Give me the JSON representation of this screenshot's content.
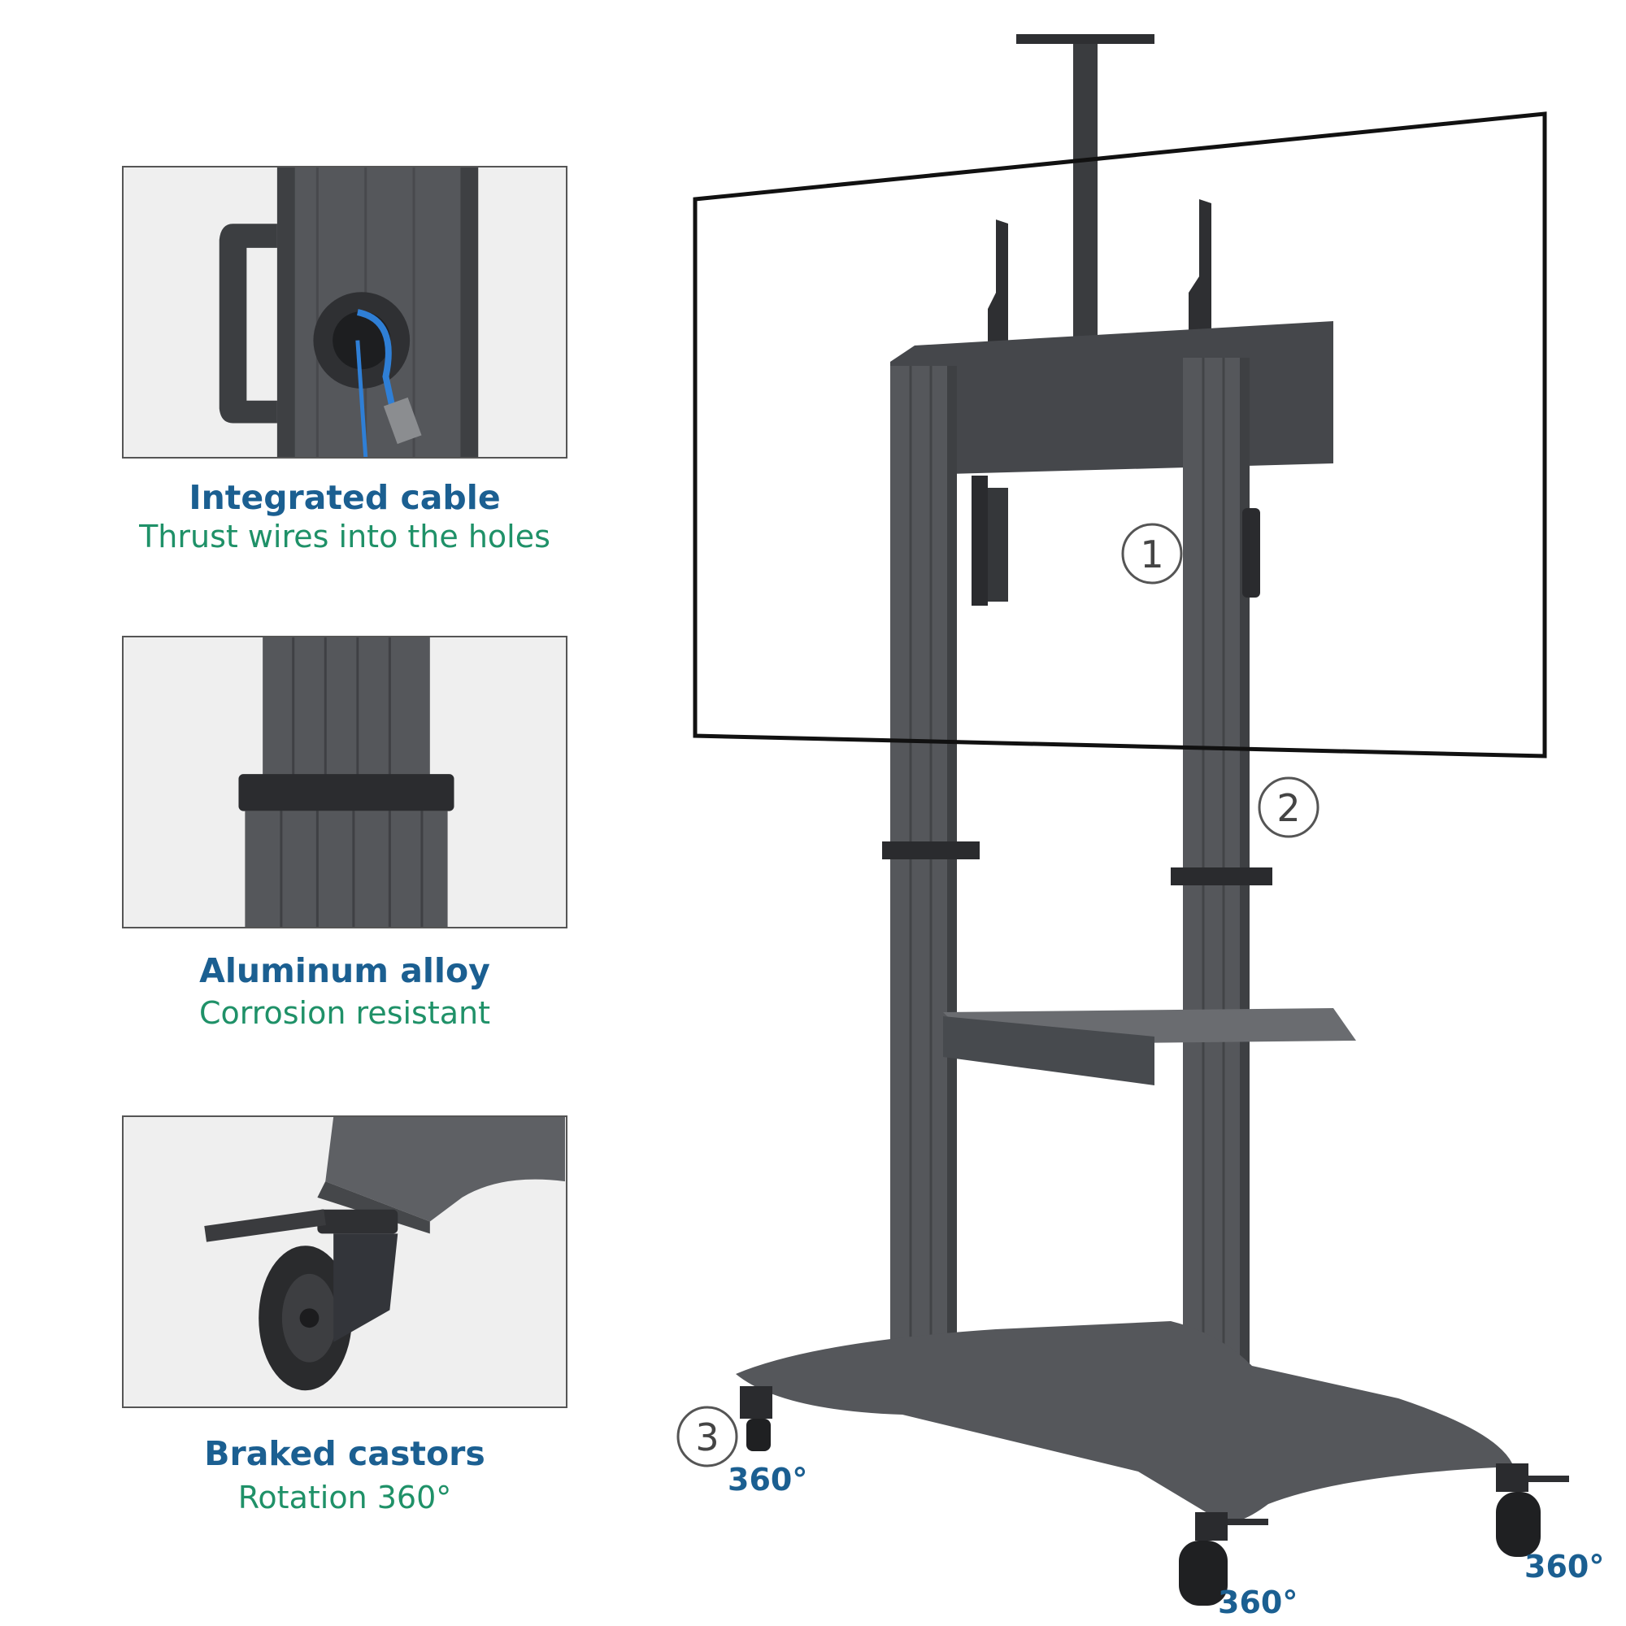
{
  "features": [
    {
      "title": "Integrated cable",
      "subtitle": "Thrust wires into the holes",
      "icon": "cable-hole-icon"
    },
    {
      "title": "Aluminum alloy",
      "subtitle": "Corrosion resistant",
      "icon": "aluminum-pole-icon"
    },
    {
      "title": "Braked castors",
      "subtitle": "Rotation 360°",
      "icon": "castor-wheel-icon"
    }
  ],
  "callouts": [
    "1",
    "2",
    "3"
  ],
  "rotation_labels": [
    "360°",
    "360°",
    "360°"
  ],
  "colors": {
    "title": "#1b5f91",
    "subtitle": "#1f9168",
    "metal": "#4a4c50",
    "cable": "#2f7fd6"
  }
}
